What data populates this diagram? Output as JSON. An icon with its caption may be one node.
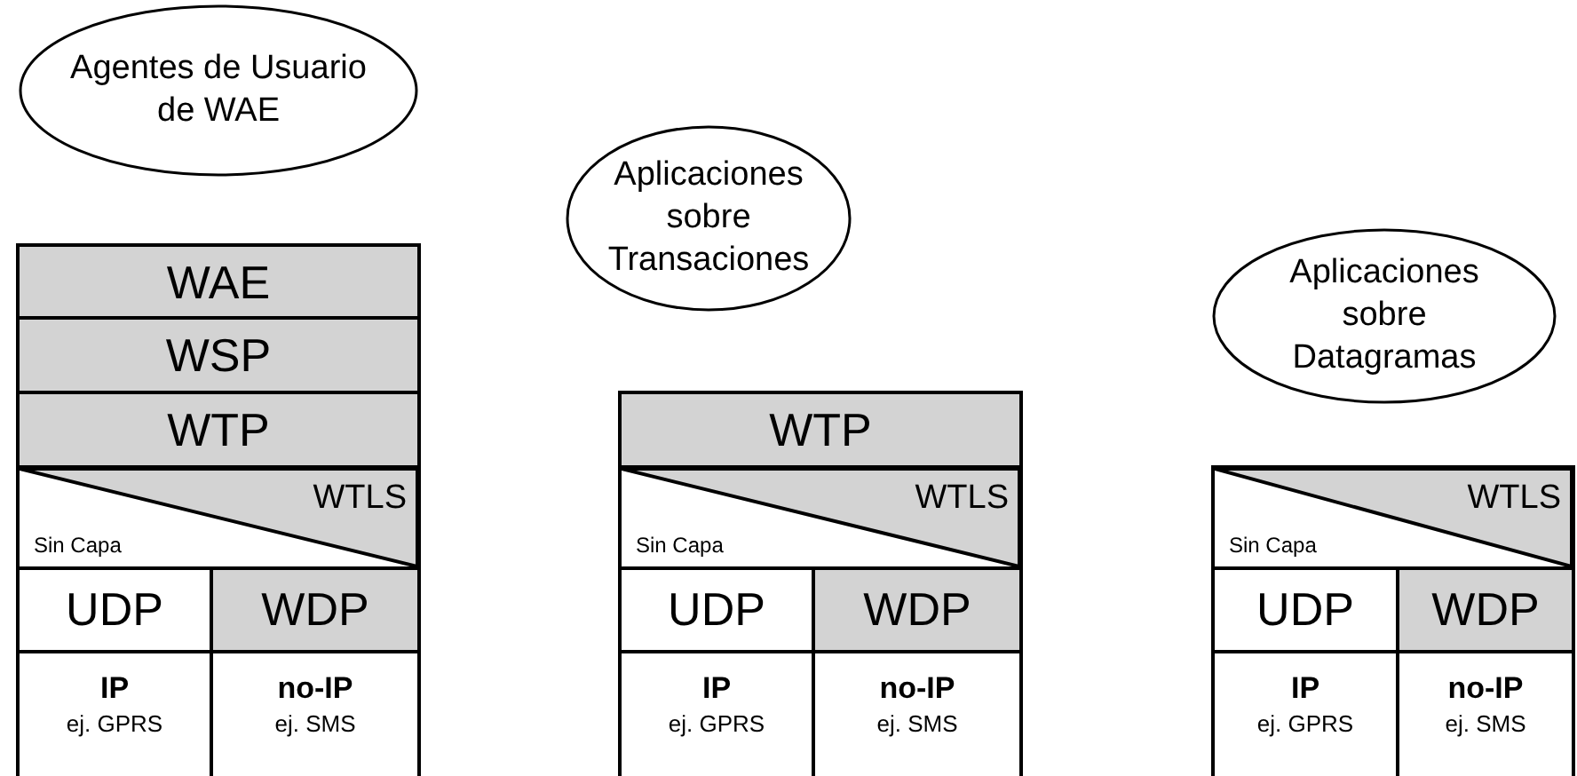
{
  "diagram": {
    "nodes": [
      {
        "text": [
          "Agentes de Usuario de WAE"
        ]
      },
      {
        "text": [
          "WAE"
        ]
      },
      {
        "text": [
          "WSP"
        ]
      },
      {
        "text": [
          "WTP"
        ]
      },
      {
        "text": [
          "WTLS",
          "Sin Capa"
        ]
      },
      {
        "text": [
          "UDP"
        ]
      },
      {
        "text": [
          "WDP"
        ]
      },
      {
        "text": [
          "IP",
          "ej. GPRS"
        ]
      },
      {
        "text": [
          "no-IP",
          "ej. SMS"
        ]
      },
      {
        "text": [
          "Aplicaciones sobre Transaciones"
        ]
      },
      {
        "text": [
          "WTP"
        ]
      },
      {
        "text": [
          "WTLS",
          "Sin Capa"
        ]
      },
      {
        "text": [
          "UDP"
        ]
      },
      {
        "text": [
          "WDP"
        ]
      },
      {
        "text": [
          "IP",
          "ej. GPRS"
        ]
      },
      {
        "text": [
          "no-IP",
          "ej. SMS"
        ]
      },
      {
        "text": [
          "Aplicaciones sobre Datagramas"
        ]
      },
      {
        "text": [
          "WTLS",
          "Sin Capa"
        ]
      },
      {
        "text": [
          "UDP"
        ]
      },
      {
        "text": [
          "WDP"
        ]
      },
      {
        "text": [
          "IP",
          "ej. GPRS"
        ]
      },
      {
        "text": [
          "no-IP",
          "ej. SMS"
        ]
      }
    ]
  }
}
